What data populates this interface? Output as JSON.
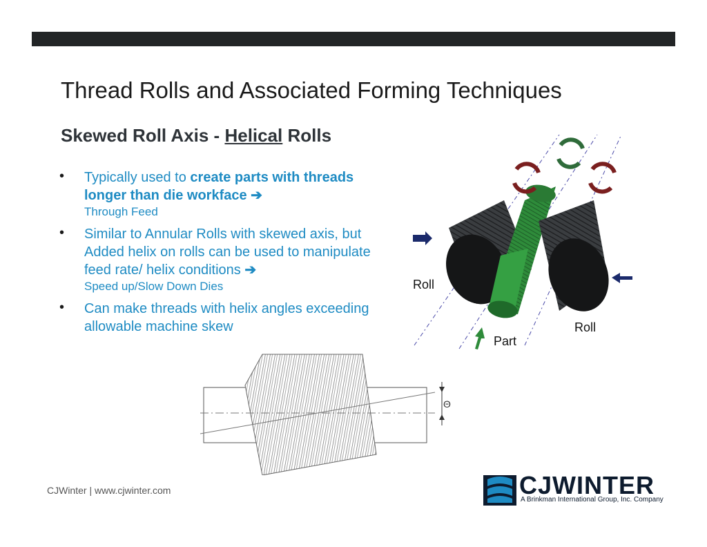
{
  "slide": {
    "title": "Thread Rolls and Associated Forming Techniques",
    "subtitle_before": "Skewed Roll Axis - ",
    "subtitle_underlined": "Helical",
    "subtitle_after": " Rolls",
    "bullet_glyph": "•",
    "arrow_glyph": "➔",
    "bullets": [
      {
        "text_plain": "Typically used to ",
        "text_bold": "create parts with threads longer than die workface",
        "sub": "Through Feed"
      },
      {
        "text_plain": "Similar to Annular Rolls with skewed axis, but Added helix on rolls can be used to manipulate feed rate/ helix conditions",
        "sub": "Speed up/Slow Down Dies"
      },
      {
        "text_plain": "Can make threads with helix angles exceeding allowable machine skew"
      }
    ]
  },
  "figure_rolls": {
    "label_roll_left": "Roll",
    "label_roll_right": "Roll",
    "label_part": "Part"
  },
  "figure_helix": {
    "angle_symbol": "Θ"
  },
  "footer": {
    "text": "CJWinter  |  www.cjwinter.com"
  },
  "logo": {
    "word": "CJWINTER",
    "tagline": "A Brinkman International Group, Inc. Company"
  },
  "colors": {
    "topbar": "#222526",
    "accent_text": "#1e8bc3",
    "part_green": "#2e8b3a",
    "rotation_red": "#7a1f1f",
    "rotation_green": "#2f6b3a",
    "arrow_blue": "#1b2a6b",
    "logo_blue": "#1e8bc3"
  }
}
